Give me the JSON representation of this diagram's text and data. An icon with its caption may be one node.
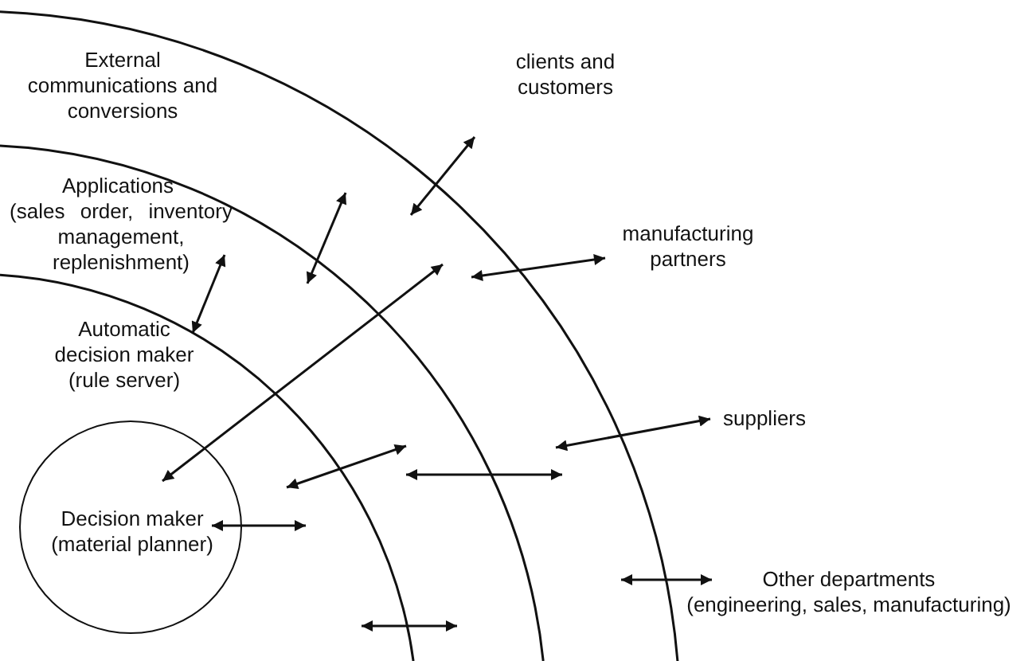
{
  "diagram": {
    "nodes": [
      {
        "text": [
          "External communications and conversions"
        ]
      },
      {
        "text": [
          "Applications",
          "(sales order, inventory management, replenishment)"
        ]
      },
      {
        "text": [
          "Automatic decision maker (rule server)"
        ]
      },
      {
        "text": [
          "Decision maker (material planner)"
        ]
      },
      {
        "text": [
          "clients and customers"
        ]
      },
      {
        "text": [
          "manufacturing partners"
        ]
      },
      {
        "text": [
          "suppliers"
        ]
      },
      {
        "text": [
          "Other departments",
          "(engineering, sales, manufacturing)"
        ]
      }
    ],
    "edges": [
      {
        "from": 2,
        "to": 1,
        "arrow": "both"
      },
      {
        "from": null,
        "to": 4,
        "arrow": "both"
      },
      {
        "from": 3,
        "to": null,
        "arrow": "both"
      },
      {
        "from": null,
        "to": 5,
        "arrow": "both"
      },
      {
        "from": null,
        "to": 6,
        "arrow": "both"
      },
      {
        "from": 3,
        "to": null,
        "arrow": "both"
      },
      {
        "from": null,
        "to": 7,
        "arrow": "both"
      }
    ]
  }
}
